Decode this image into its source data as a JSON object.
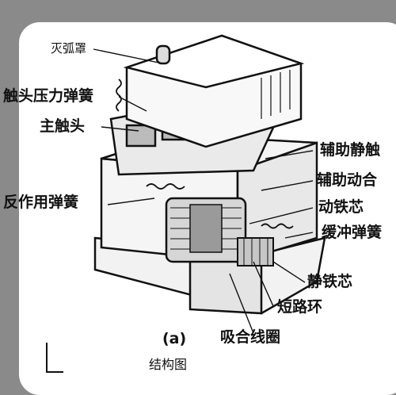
{
  "labels": {
    "arc_chute": "灭弧罩",
    "contact_pressure_spring": "触头压力弹簧",
    "main_contact": "主触头",
    "reaction_spring": "反作用弹簧",
    "aux_static_contact": "辅助静触",
    "aux_moving_contact": "辅助动合",
    "moving_core": "动铁芯",
    "buffer_spring": "缓冲弹簧",
    "static_core": "静铁芯",
    "short_circuit_ring": "短路环",
    "coil": "吸合线圈"
  },
  "caption": {
    "figure_id": "(a)",
    "title": "结构图"
  }
}
